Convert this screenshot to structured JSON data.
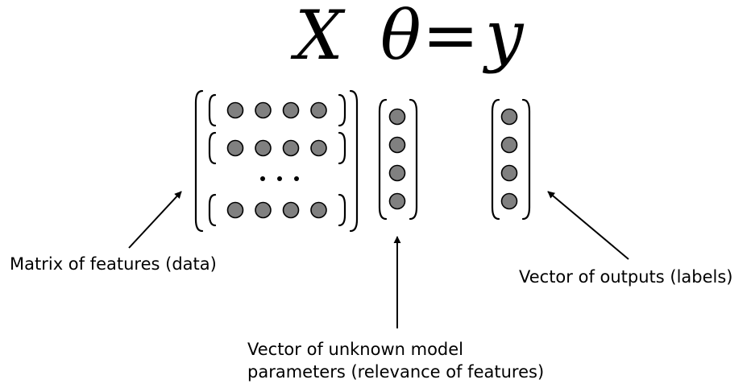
{
  "equation": {
    "matrix_symbol": "X",
    "parameter_symbol": "θ",
    "equals_sign": "=",
    "output_symbol": "y"
  },
  "labels": {
    "matrix": "Matrix of features (data)",
    "parameters_line1": "Vector of unknown model",
    "parameters_line2": "parameters (relevance of features)",
    "outputs": "Vector of outputs (labels)"
  },
  "ellipsis": {
    "dot_count": 3
  },
  "structure": {
    "matrix_visible_rows": 3,
    "matrix_columns": 4,
    "parameter_vector_length": 4,
    "output_vector_length": 4
  },
  "colors": {
    "dot_fill": "#808080",
    "stroke": "#000000"
  }
}
